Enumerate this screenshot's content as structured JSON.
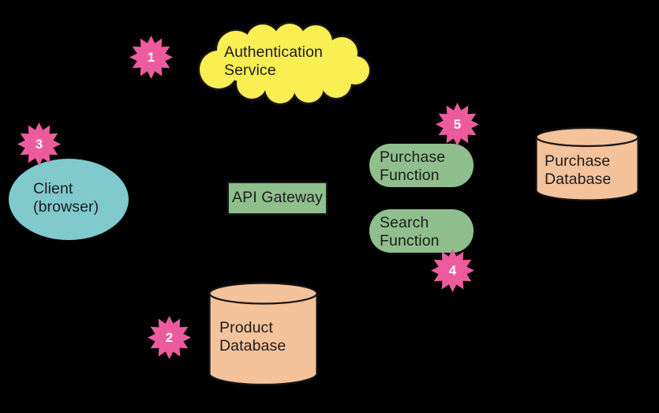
{
  "colors": {
    "background": "#000000",
    "cloud": "#F9EE52",
    "client": "#80C9CC",
    "green": "#8FBF8C",
    "db": "#F4C29B",
    "badge": "#EC5C9D",
    "outline": "#161616",
    "text": "#1D1D1D",
    "badge_text": "#FFFFFF"
  },
  "nodes": {
    "auth_service": {
      "label": "Authentication Service",
      "shape": "cloud"
    },
    "client": {
      "label": "Client (browser)",
      "shape": "ellipse"
    },
    "api_gateway": {
      "label": "API Gateway",
      "shape": "rectangle"
    },
    "purchase_function": {
      "label": "Purchase Function",
      "shape": "stadium"
    },
    "search_function": {
      "label": "Search Function",
      "shape": "stadium"
    },
    "purchase_database": {
      "label": "Purchase Database",
      "shape": "cylinder"
    },
    "product_database": {
      "label": "Product Database",
      "shape": "cylinder"
    }
  },
  "badges": [
    {
      "number": "1",
      "attached_to": "auth_service"
    },
    {
      "number": "2",
      "attached_to": "product_database"
    },
    {
      "number": "3",
      "attached_to": "client"
    },
    {
      "number": "4",
      "attached_to": "search_function"
    },
    {
      "number": "5",
      "attached_to": "purchase_function"
    }
  ]
}
